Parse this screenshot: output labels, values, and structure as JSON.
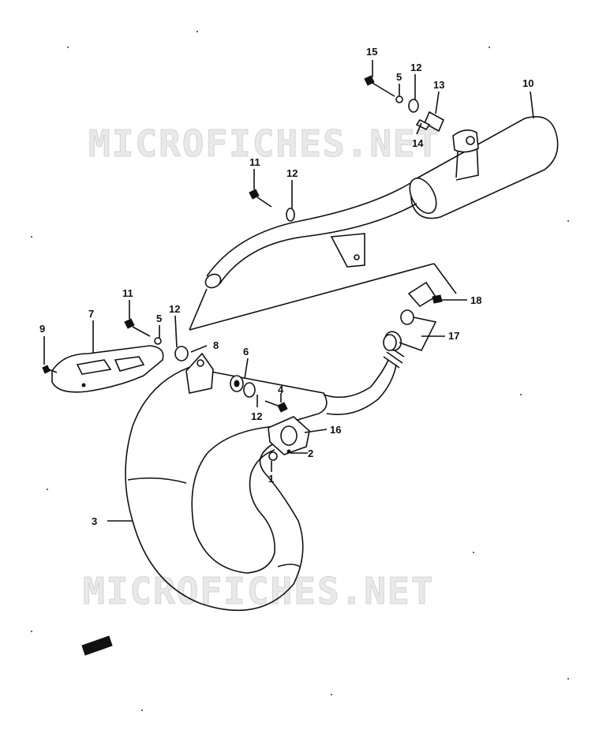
{
  "watermark": "MICROFICHES.NET",
  "labels": {
    "p1": "1",
    "p2": "2",
    "p3": "3",
    "p4": "4",
    "p5a": "5",
    "p5b": "5",
    "p6": "6",
    "p7": "7",
    "p8": "8",
    "p9": "9",
    "p10": "10",
    "p11a": "11",
    "p11b": "11",
    "p12a": "12",
    "p12b": "12",
    "p12c": "12",
    "p12d": "12",
    "p13": "13",
    "p14": "14",
    "p15": "15",
    "p16": "16",
    "p17": "17",
    "p18": "18"
  }
}
